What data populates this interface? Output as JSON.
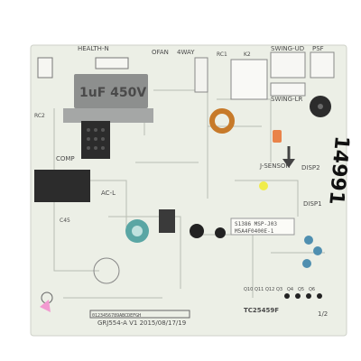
{
  "colors": {
    "background": "#ffffff",
    "board": "#ecefe6",
    "trace": "#b9beb4",
    "silkscreen": "#4a4a4a",
    "relay_block": "#2c2c2c",
    "capacitor_grey": "#8d8f8e",
    "electrolytic_cap": "#5aa6a4",
    "toroid_copper": "#c77a2a",
    "label_sticker": "#fbfbf7",
    "orange_part": "#e9834a",
    "blue_led": "#4f8fb0",
    "handwriting": "#111111",
    "yellow_sticker": "#f0ec4a"
  },
  "labels": {
    "healthn": "HEALTH-N",
    "ofan": "OFAN",
    "fourway": "4WAY",
    "swinglr": "SWING-UD",
    "psf": "PSF",
    "swingud": "SWING-LR",
    "comp": "COMP",
    "ac_l": "AC-L",
    "jsensor": "J-SENSOR",
    "disp2": "DISP2",
    "disp1": "DISP1",
    "rc2": "RC2",
    "rc1": "RC1",
    "k2": "K2",
    "c_45": "C45",
    "cap_value": "1uF 450V",
    "board_id": "GRJ554-A V1 2015/08/17/19",
    "ts_code": "TC25459F",
    "fraction": "1/2",
    "q_labels": [
      "Q10",
      "Q11",
      "Q12",
      "Q3",
      "Q4",
      "Q5",
      "Q6"
    ],
    "barcode_digits": "0123456789ABCDEFGH"
  },
  "sticker": {
    "line1": "S1386 MSP-J03",
    "line2": "M5A4F0400E-1"
  },
  "handwritten": "14991",
  "icons": {
    "arrow": "down-arrow-icon",
    "toroid": "toroid-coil-icon",
    "buzzer": "buzzer-icon"
  }
}
